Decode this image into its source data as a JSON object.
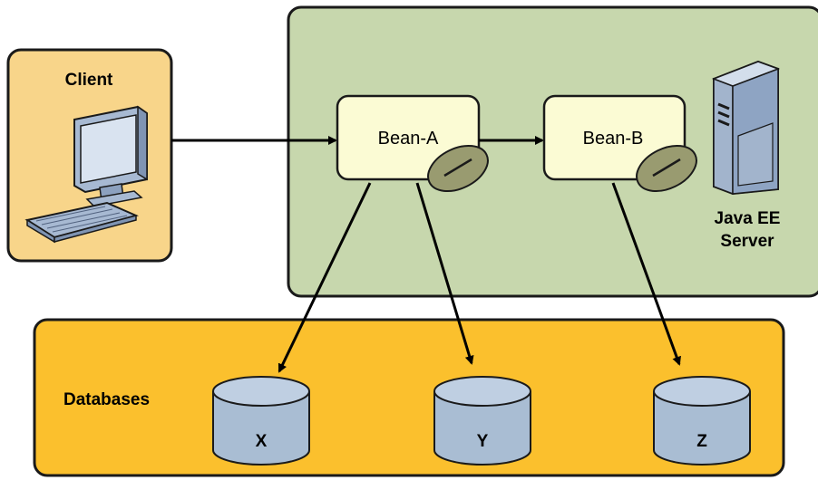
{
  "client": {
    "label": "Client"
  },
  "server": {
    "label_line1": "Java EE",
    "label_line2": "Server"
  },
  "beans": {
    "a": {
      "label": "Bean-A"
    },
    "b": {
      "label": "Bean-B"
    }
  },
  "databases": {
    "label": "Databases",
    "items": [
      {
        "label": "X"
      },
      {
        "label": "Y"
      },
      {
        "label": "Z"
      }
    ]
  },
  "colors": {
    "client_fill": "#f8d58a",
    "server_fill": "#c7d7ad",
    "database_area_fill": "#fbc02d",
    "bean_fill": "#fbfbd4",
    "cylinder_fill": "#a9bdd3",
    "cylinder_top": "#bfcfe2",
    "handle_fill": "#999b70"
  }
}
